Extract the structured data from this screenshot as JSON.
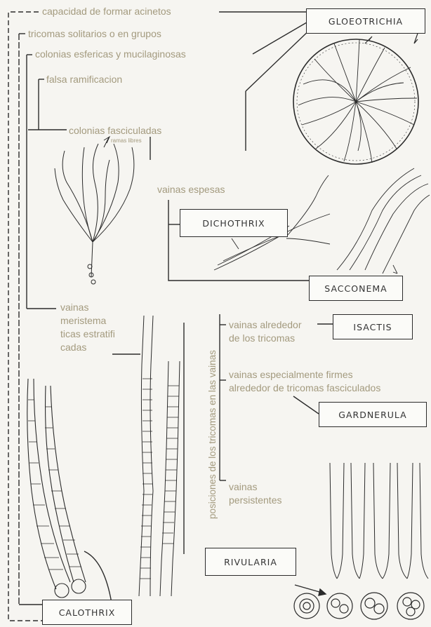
{
  "genera": {
    "gloeotrichia": "GLOEOTRICHIA",
    "dichothrix": "DICHOTHRIX",
    "sacconema": "SACCONEMA",
    "isactis": "ISACTIS",
    "gardnerula": "GARDNERULA",
    "rivularia": "RIVULARIA",
    "calothrix": "CALOTHRIX"
  },
  "traits": {
    "acinetos": "capacidad de formar acinetos",
    "solitarios": "tricomas solitarios o en grupos",
    "colonias": "colonias esfericas y mucilaginosas",
    "falsa": "falsa ramificacion",
    "fasciculadas": "colonias fasciculadas",
    "ramas": "ramas libres",
    "espesas": "vainas espesas",
    "meristem_1": "vainas",
    "meristem_2": "meristema",
    "meristem_3": "ticas estratifi",
    "meristem_4": "cadas",
    "posiciones": "posiciones de los tricomas en las vainas",
    "alrededor_1": "vainas alrededor",
    "alrededor_2": "de los tricomas",
    "firmes_1": "vainas especialmente firmes",
    "firmes_2": "alrededor de tricomas fasciculados",
    "persistentes_1": "vainas",
    "persistentes_2": "persistentes"
  },
  "colors": {
    "label": "#a39a7e",
    "ink": "#2b2b2b",
    "background": "#f6f5f1"
  }
}
